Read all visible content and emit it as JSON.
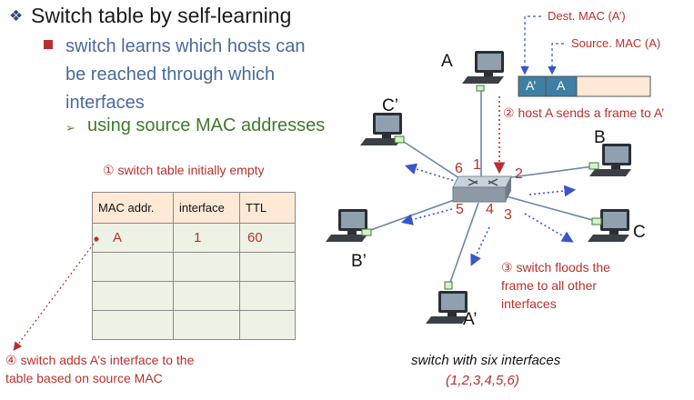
{
  "slide": {
    "title": "Switch table by self-learning",
    "bullet1_line1": "switch learns which hosts can",
    "bullet1_line2": "be reached through which",
    "bullet1_line3": "interfaces",
    "bullet2": "using source MAC addresses"
  },
  "annotations": {
    "step1": "① switch table initially empty",
    "step2": "② host A sends a frame to A’",
    "step3_line1": "③ switch floods the",
    "step3_line2": "frame to all other",
    "step3_line3": "interfaces",
    "step4_line1": "④ switch adds A’s interface to the",
    "step4_line2": "table based on source MAC",
    "dest_mac": "Dest. MAC (A’)",
    "source_mac": "Source. MAC (A)"
  },
  "table": {
    "headers": [
      "MAC addr.",
      "interface",
      "TTL"
    ],
    "rows": [
      [
        "A",
        "1",
        "60"
      ],
      [
        "",
        "",
        ""
      ],
      [
        "",
        "",
        ""
      ],
      [
        "",
        "",
        ""
      ]
    ]
  },
  "frame": {
    "cell1": "A’",
    "cell2": "A"
  },
  "hosts": {
    "A": "A",
    "B": "B",
    "C": "C",
    "A_prime": "A’",
    "B_prime": "B’",
    "C_prime": "C’"
  },
  "ports": [
    "1",
    "2",
    "3",
    "4",
    "5",
    "6"
  ],
  "caption": {
    "line1": "switch with six interfaces",
    "line2": "(1,2,3,4,5,6)"
  },
  "colors": {
    "accent_red": "#b7312c",
    "blue_text": "#4a6a9a",
    "green_text": "#3f7a2a",
    "table_header": "#fde9d6",
    "table_body": "#eef2e4",
    "flood_arrow": "#3a55c8",
    "link_line": "#6a85a8"
  }
}
